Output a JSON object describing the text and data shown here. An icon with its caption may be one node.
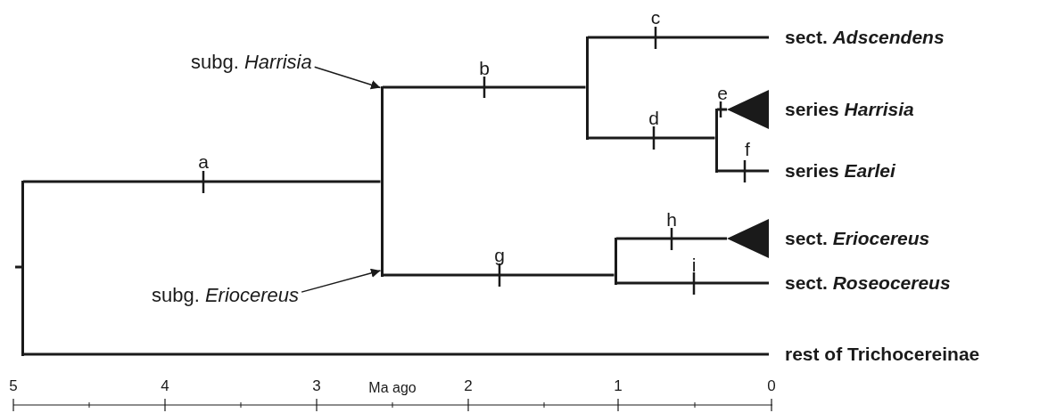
{
  "diagram": {
    "nodes": [
      {
        "text": [
          "subg. *Harrisia*"
        ]
      },
      {
        "text": [
          "sect. *Adscendens*"
        ]
      },
      {
        "text": [],
        "shape": "triangle",
        "beside": [
          "series *Harrisia*"
        ]
      },
      {
        "text": [
          "series *Earlei*"
        ]
      },
      {
        "text": [],
        "shape": "triangle",
        "beside": [
          "sect. *Eriocereus*"
        ]
      },
      {
        "text": [
          "subg. *Eriocereus*"
        ]
      },
      {
        "text": [
          "sect. *Roseocereus*"
        ]
      },
      {
        "text": [
          "rest of Trichocereinae"
        ]
      },
      {
        "text": [],
        "shape": "bar"
      },
      {
        "text": [],
        "shape": "bar"
      },
      {
        "text": [],
        "shape": "bar"
      },
      {
        "text": [],
        "shape": "bar"
      },
      {
        "text": [],
        "shape": "bar"
      }
    ],
    "edges": [
      {
        "from": 8,
        "to": 9,
        "arrow": "none"
      },
      {
        "from": 8,
        "to": 7,
        "arrow": "none"
      },
      {
        "from": 9,
        "to": 10,
        "arrow": "none"
      },
      {
        "from": 9,
        "to": 11,
        "arrow": "none"
      },
      {
        "from": 10,
        "to": 1,
        "arrow": "none"
      },
      {
        "from": 10,
        "to": 12,
        "arrow": "none"
      },
      {
        "from": 12,
        "to": 2,
        "arrow": "none"
      },
      {
        "from": 12,
        "to": 3,
        "arrow": "none"
      },
      {
        "from": 11,
        "to": 4,
        "arrow": "none"
      },
      {
        "from": 11,
        "to": 6,
        "arrow": "none"
      },
      {
        "from": 0,
        "to": 9,
        "arrow": "to"
      },
      {
        "from": 5,
        "to": 9,
        "arrow": "to"
      }
    ],
    "labels": [
      "c",
      "b",
      "e",
      "d",
      "f",
      "a",
      "h",
      "g",
      "i",
      "5",
      "4",
      "3",
      "Ma ago",
      "2",
      "1",
      "0"
    ]
  }
}
